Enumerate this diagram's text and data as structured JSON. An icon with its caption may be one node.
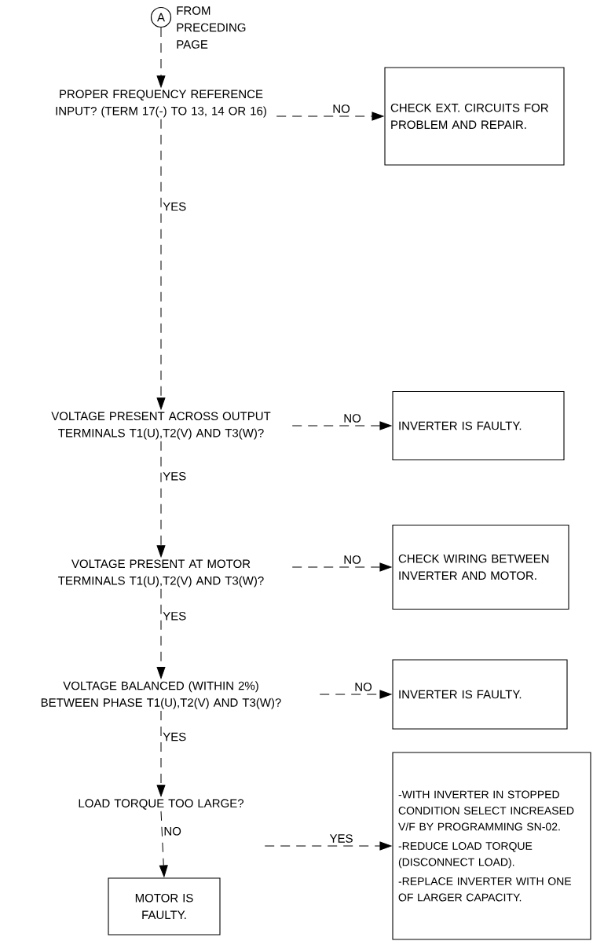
{
  "diagram": {
    "nodes": [
      {
        "text": [
          "A"
        ],
        "beside": [
          "FROM PRECEDING PAGE"
        ]
      },
      {
        "text": [
          "PROPER FREQUENCY REFERENCE INPUT? (TERM 17(-) TO 13, 14 OR 16)"
        ]
      },
      {
        "text": [
          "CHECK EXT. CIRCUITS FOR PROBLEM AND REPAIR."
        ]
      },
      {
        "text": [
          "VOLTAGE PRESENT ACROSS OUTPUT TERMINALS T1(U),T2(V) AND T3(W)?"
        ]
      },
      {
        "text": [
          "INVERTER IS FAULTY."
        ]
      },
      {
        "text": [
          "VOLTAGE PRESENT AT MOTOR TERMINALS T1(U),T2(V) AND T3(W)?"
        ]
      },
      {
        "text": [
          "CHECK WIRING BETWEEN INVERTER AND MOTOR."
        ]
      },
      {
        "text": [
          "VOLTAGE BALANCED (WITHIN 2%) BETWEEN PHASE T1(U),T2(V) AND T3(W)?"
        ]
      },
      {
        "text": [
          "INVERTER IS FAULTY."
        ]
      },
      {
        "text": [
          "LOAD TORQUE TOO LARGE?"
        ]
      },
      {
        "text": [
          "-WITH INVERTER IN STOPPED CONDITION SELECT INCREASED V/F BY PROGRAMMING SN-02.",
          "-REDUCE LOAD TORQUE (DISCONNECT LOAD).",
          "-REPLACE INVERTER WITH ONE OF LARGER CAPACITY."
        ]
      },
      {
        "text": [
          "MOTOR IS FAULTY."
        ]
      }
    ],
    "edges": [
      {
        "from": 0,
        "to": 1,
        "arrow": "to",
        "style": "dashed"
      },
      {
        "from": 1,
        "to": 2,
        "arrow": "to",
        "style": "dashed",
        "label": "NO"
      },
      {
        "from": 1,
        "to": 3,
        "arrow": "to",
        "style": "dashed",
        "label": "YES"
      },
      {
        "from": 3,
        "to": 4,
        "arrow": "to",
        "style": "dashed",
        "label": "NO"
      },
      {
        "from": 3,
        "to": 5,
        "arrow": "to",
        "style": "dashed",
        "label": "YES"
      },
      {
        "from": 5,
        "to": 6,
        "arrow": "to",
        "style": "dashed",
        "label": "NO"
      },
      {
        "from": 5,
        "to": 7,
        "arrow": "to",
        "style": "dashed",
        "label": "YES"
      },
      {
        "from": 7,
        "to": 8,
        "arrow": "to",
        "style": "dashed",
        "label": "NO"
      },
      {
        "from": 7,
        "to": 9,
        "arrow": "to",
        "style": "dashed",
        "label": "YES"
      },
      {
        "from": 9,
        "to": 10,
        "arrow": "to",
        "style": "dashed",
        "label": "YES"
      },
      {
        "from": 9,
        "to": 11,
        "arrow": "to",
        "style": "dashed",
        "label": "NO"
      }
    ]
  }
}
